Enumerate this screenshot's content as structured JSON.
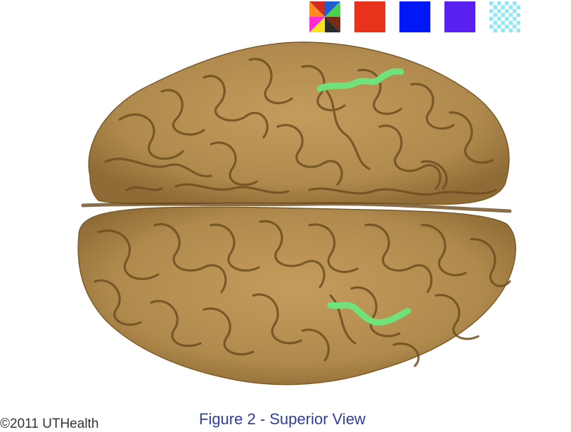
{
  "toolbar": {
    "tools": [
      {
        "name": "multicolor-pinwheel-tool",
        "colors": [
          "#d22b1f",
          "#1f5dd2",
          "#ffe21f",
          "#7a2a12",
          "#2b2b2b",
          "#ff2bd2",
          "#4ad24a",
          "#ff8a1f"
        ]
      },
      {
        "name": "red-color-swatch",
        "color": "#e9321c"
      },
      {
        "name": "blue-color-swatch",
        "color": "#0018f6"
      },
      {
        "name": "violet-color-swatch",
        "color": "#5a20f2"
      },
      {
        "name": "transparent-checker-swatch",
        "color": "#8fe9f5"
      }
    ]
  },
  "figure": {
    "caption": "Figure 2 - Superior View",
    "copyright": "©2011 UTHealth",
    "brain_color": "#b38e51",
    "sulcus_color": "#6f4f21",
    "marker_color": "#6fe37a"
  }
}
